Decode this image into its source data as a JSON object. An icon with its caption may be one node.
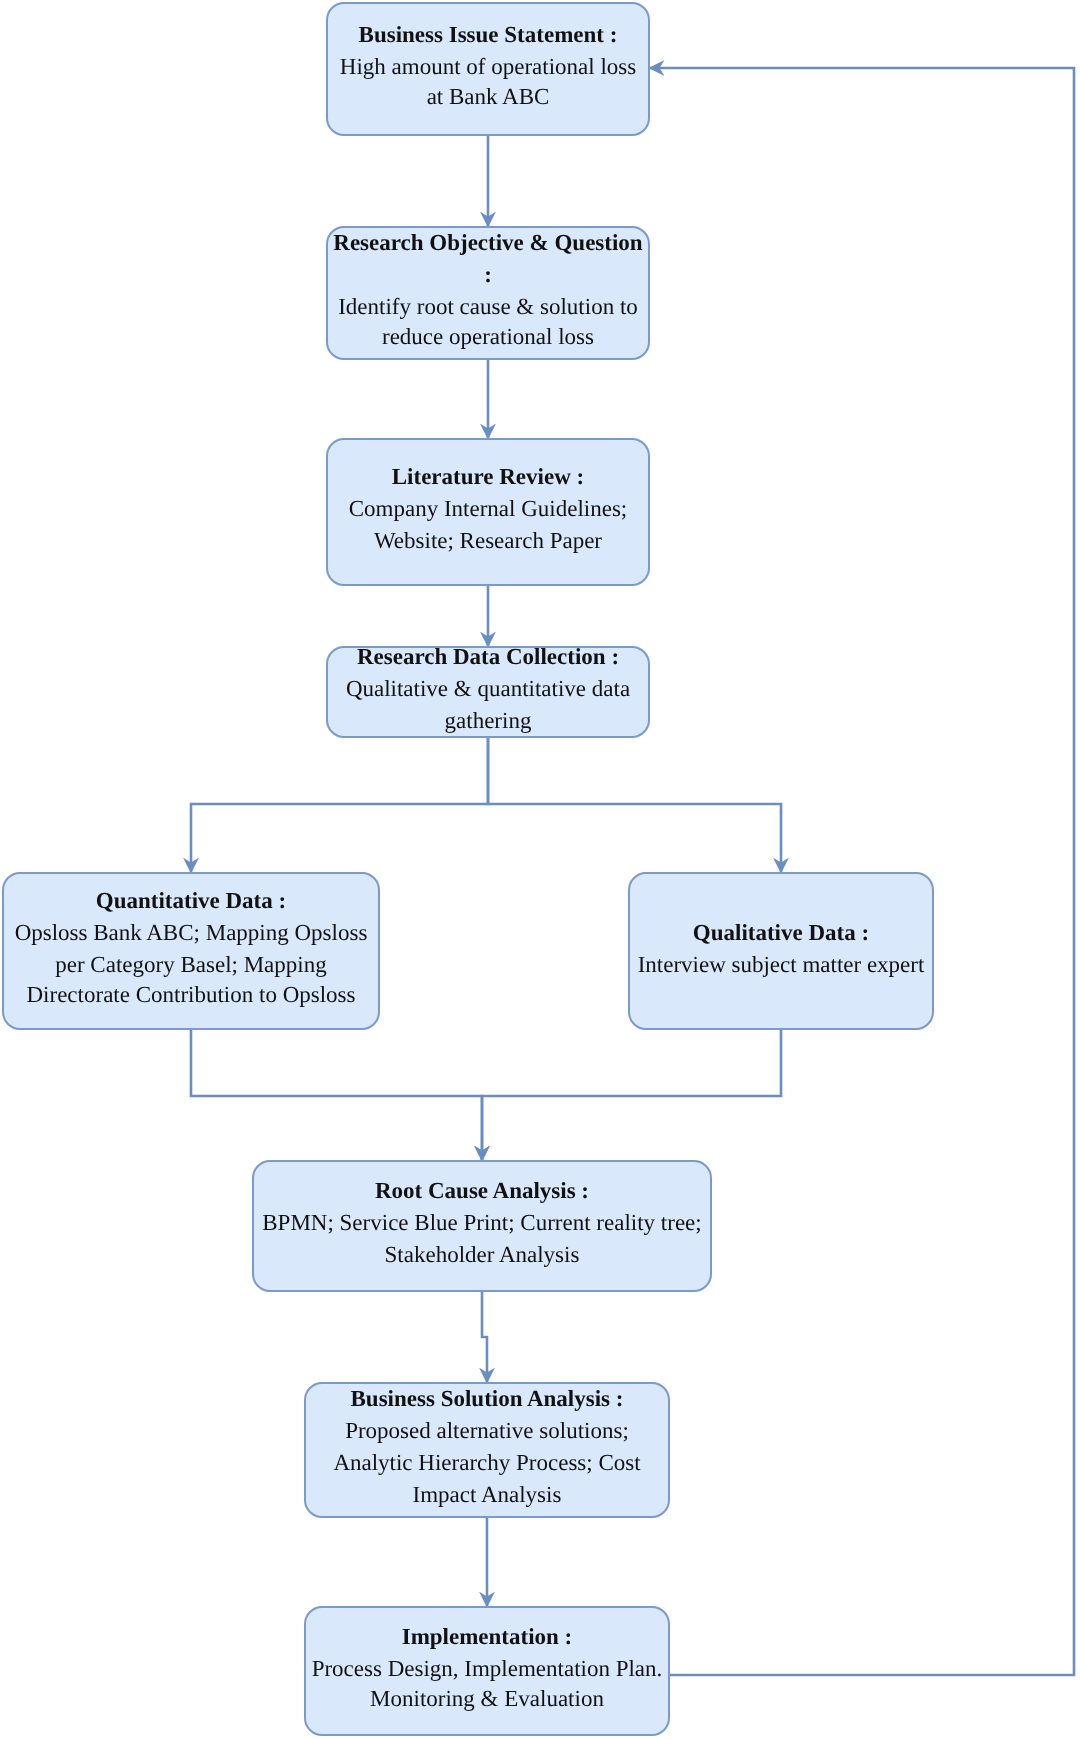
{
  "diagram": {
    "nodes": [
      {
        "text": [
          "Business Issue Statement :",
          "High amount of operational loss at Bank ABC"
        ]
      },
      {
        "text": [
          "Research Objective & Question :",
          "Identify root cause & solution to reduce operational loss"
        ]
      },
      {
        "text": [
          "Literature Review :",
          "Company Internal Guidelines; Website; Research Paper"
        ]
      },
      {
        "text": [
          "Research Data Collection :",
          "Qualitative & quantitative data gathering"
        ]
      },
      {
        "text": [
          "Quantitative Data :",
          "Opsloss Bank ABC; Mapping Opsloss per Category Basel; Mapping Directorate Contribution to Opsloss"
        ]
      },
      {
        "text": [
          "Qualitative Data :",
          "Interview subject matter expert"
        ]
      },
      {
        "text": [
          "Root Cause Analysis :",
          "BPMN; Service Blue Print; Current reality tree; Stakeholder Analysis"
        ]
      },
      {
        "text": [
          "Business Solution Analysis :",
          "Proposed alternative solutions; Analytic Hierarchy Process; Cost Impact Analysis"
        ]
      },
      {
        "text": [
          "Implementation :",
          "Process Design, Implementation Plan. Monitoring & Evaluation"
        ]
      }
    ],
    "edges": [
      {
        "from": 0,
        "to": 1,
        "arrow": "to"
      },
      {
        "from": 1,
        "to": 2,
        "arrow": "to"
      },
      {
        "from": 2,
        "to": 3,
        "arrow": "to"
      },
      {
        "from": 3,
        "to": 4,
        "arrow": "to"
      },
      {
        "from": 3,
        "to": 5,
        "arrow": "to"
      },
      {
        "from": 4,
        "to": 6,
        "arrow": "to"
      },
      {
        "from": 5,
        "to": 6,
        "arrow": "to"
      },
      {
        "from": 6,
        "to": 7,
        "arrow": "to"
      },
      {
        "from": 7,
        "to": 8,
        "arrow": "to"
      },
      {
        "from": 8,
        "to": 0,
        "arrow": "to"
      }
    ]
  }
}
